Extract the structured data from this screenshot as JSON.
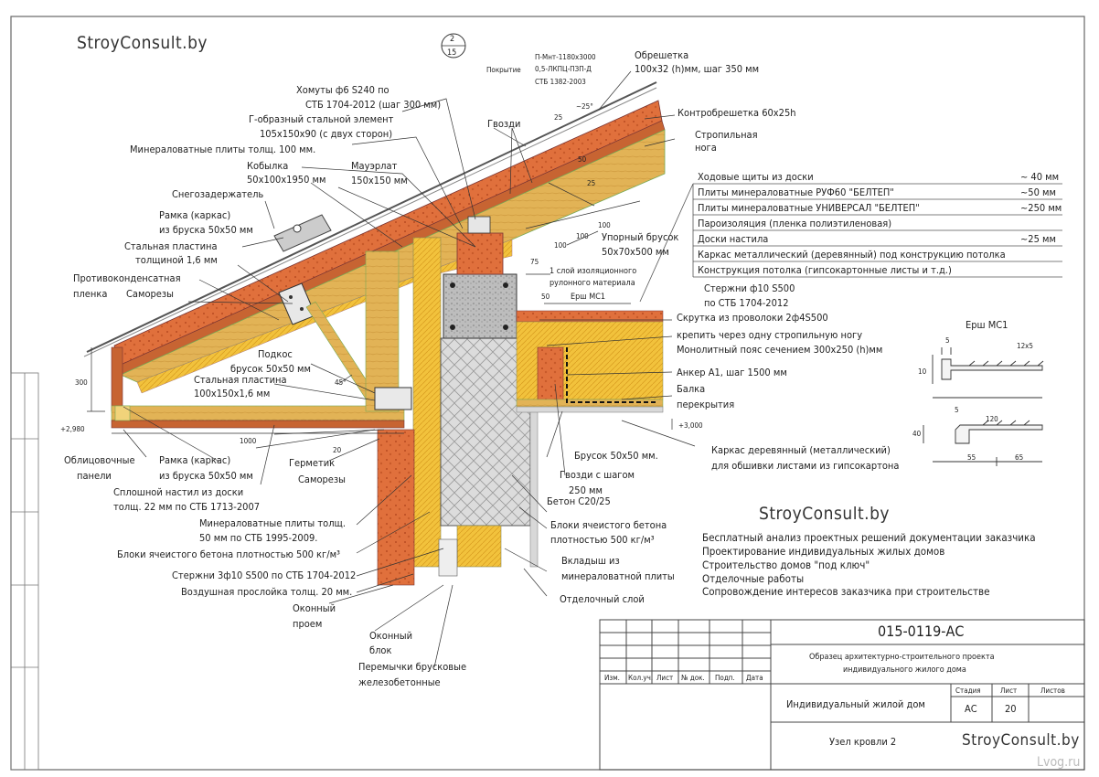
{
  "brand_top": "StroyConsult.by",
  "brand_mid": "StroyConsult.by",
  "brand_stamp": "StroyConsult.by",
  "watermark": "Lvog.ru",
  "sheet_ref": {
    "top": "2",
    "bottom": "15"
  },
  "roof_spec": {
    "label": "Покрытие",
    "line1": "П-Мнт-1180х3000",
    "line2": "0,5-ЛКПЦ-ПЗП-Д",
    "line3": "СТБ 1382-2003"
  },
  "labels": {
    "obreshetka_1": "Обрешетка",
    "obreshetka_2": "100х32 (h)мм, шаг 350 мм",
    "kontrobreshetka": "Контробрешетка 60х25h",
    "rafter_1": "Стропильная",
    "rafter_2": "нога",
    "homuty_1": "Хомуты ф6 S240 по",
    "homuty_2": "СТБ 1704-2012 (шаг 300 мм)",
    "gelement_1": "Г-образный стальной элемент",
    "gelement_2": "105х150х90 (с двух сторон)",
    "gvozdi": "Гвозди",
    "mineral_100": "Минераловатные плиты толщ. 100 мм.",
    "kobylka_1": "Кобылка",
    "kobylka_2": "50х100х1950 мм",
    "mauerlat_1": "Мауэрлат",
    "mauerlat_2": "150х150 мм",
    "snow_guard": "Снегозадержатель",
    "frame_1": "Рамка (каркас)",
    "frame_2": "из бруска 50х50 мм",
    "steel_plate_1": "Стальная пластина",
    "steel_plate_2": "толщиной 1,6 мм",
    "anticond_1": "Противоконденсатная",
    "anticond_2": "пленка",
    "screws": "Саморезы",
    "upor_1": "Упорный брусок",
    "upor_2": "50х70х500 мм",
    "isol_1": "1 слой изоляционного",
    "isol_2": "рулонного материала",
    "ersh": "Ерш МС1",
    "podkos_1": "Подкос",
    "podkos_2": "брусок 50х50 мм",
    "plate2_1": "Стальная пластина",
    "plate2_2": "100х150х1,6 мм",
    "facing_1": "Облицовочные",
    "facing_2": "панели",
    "frame2_1": "Рамка (каркас)",
    "frame2_2": "из бруска 50х50 мм",
    "hermetic": "Герметик",
    "screws2": "Саморезы",
    "deck_1": "Сплошной настил из доски",
    "deck_2": "толщ. 22 мм по СТБ 1713-2007",
    "mw50_1": "Минераловатные плиты толщ.",
    "mw50_2": "50 мм по СТБ 1995-2009.",
    "aerated_500": "Блоки ячеистого бетона плотностью 500 кг/м³",
    "bars_3": "Стержни 3ф10 S500 по СТБ 1704-2012",
    "air_gap": "Воздушная прослойка толщ. 20 мм.",
    "window_1": "Оконный",
    "window_2": "проем",
    "winblock_1": "Оконный",
    "winblock_2": "блок",
    "lintels_1": "Перемычки брусковые",
    "lintels_2": "железобетонные",
    "rebar_1": "Стержни ф10 S500",
    "rebar_2": "по СТБ 1704-2012",
    "wire": "Скрутка из проволоки 2ф4S500",
    "fix_1": "крепить через одну стропильную ногу",
    "fix_2": "Монолитный пояс сечением 300х250 (h)мм",
    "anchor": "Анкер А1, шаг 1500 мм",
    "beam_1": "Балка",
    "beam_2": "перекрытия",
    "bar50": "Брусок 50х50 мм.",
    "frame3_1": "Каркас деревянный (металлический)",
    "frame3_2": "для обшивки листами из гипсокартона",
    "nails_1": "Гвозди с шагом",
    "nails_2": "250 мм",
    "concrete": "Бетон С20/25",
    "aer2_1": "Блоки ячеистого бетона",
    "aer2_2": "плотностью 500 кг/м³",
    "insert_1": "Вкладыш из",
    "insert_2": "минераловатной плиты",
    "finish": "Отделочный слой",
    "ersh_title": "Ерш МС1"
  },
  "layers": [
    {
      "name": "Ходовые щиты из доски",
      "value": "~ 40 мм"
    },
    {
      "name": "Плиты минераловатные РУФ60 \"БЕЛТЕП\"",
      "value": "~50 мм"
    },
    {
      "name": "Плиты минераловатные УНИВЕРСАЛ \"БЕЛТЕП\"",
      "value": "~250 мм"
    },
    {
      "name": "Пароизоляция (пленка полиэтиленовая)",
      "value": ""
    },
    {
      "name": "Доски настила",
      "value": "~25 мм"
    },
    {
      "name": "Каркас металлический (деревянный) под конструкцию потолка",
      "value": ""
    },
    {
      "name": "Конструкция потолка (гипсокартонные листы и т.д.)",
      "value": ""
    }
  ],
  "dims": {
    "angle": "~25°",
    "d25a": "25",
    "d50": "50",
    "d25b": "25",
    "d100a": "100",
    "d100b": "100",
    "d100c": "100",
    "d75": "75",
    "d50b": "50",
    "d300": "300",
    "lvl_low": "+2,980",
    "lvl_high": "+3,000",
    "d1000": "1000",
    "d20": "20",
    "ang45": "45°",
    "e_5": "5",
    "e_12x5": "12х5",
    "e_10": "10",
    "e_120": "120",
    "e_5b": "5",
    "e_40": "40",
    "e_55": "55",
    "e_65": "65"
  },
  "services": [
    "Бесплатный анализ проектных решений документации заказчика",
    "Проектирование индивидуальных жилых домов",
    "Строительство домов \"под ключ\"",
    "Отделочные работы",
    "Сопровождение интересов заказчика при строительстве"
  ],
  "stamp": {
    "code": "015-0119-АС",
    "desc_1": "Образец архитектурно-строительного проекта",
    "desc_2": "индивидуального жилого дома",
    "cols": [
      "Изм.",
      "Кол.уч.",
      "Лист",
      "№ док.",
      "Подп.",
      "Дата"
    ],
    "object": "Индивидуальный жилой дом",
    "stage_h": "Стадия",
    "sheet_h": "Лист",
    "sheets_h": "Листов",
    "stage": "АС",
    "sheet": "20",
    "sheets": "",
    "title": "Узел кровли 2"
  }
}
